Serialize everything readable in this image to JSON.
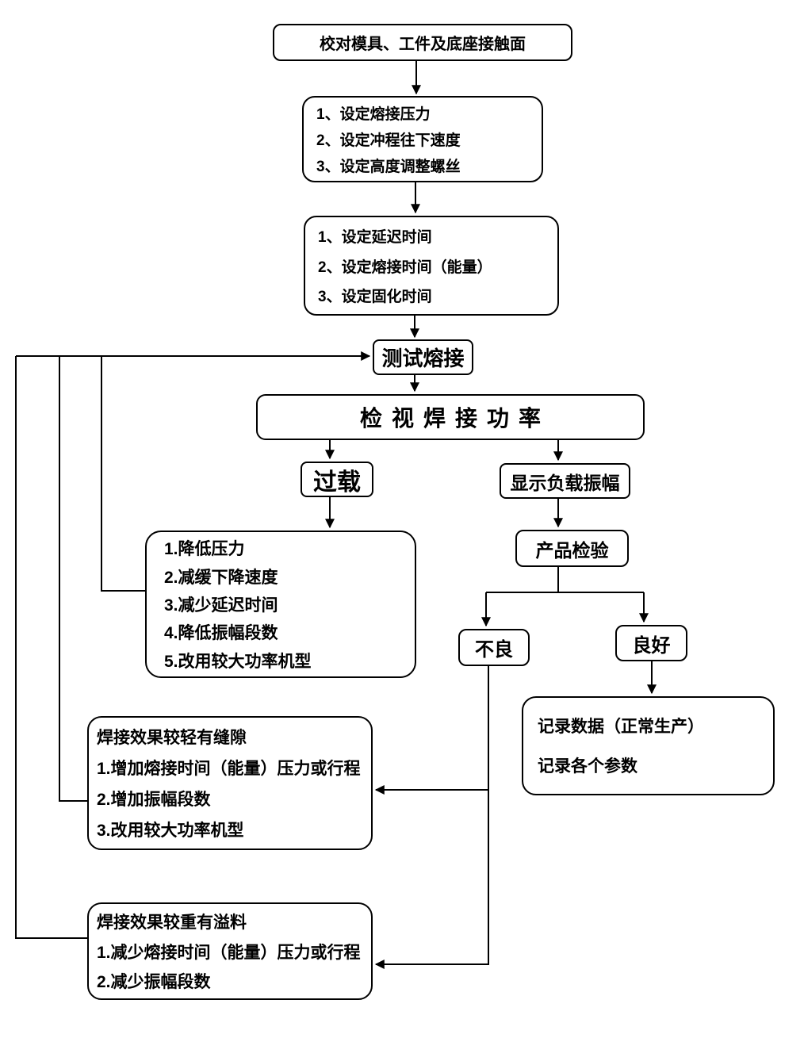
{
  "flowchart": {
    "background": "#ffffff",
    "box_fill": "#ffffff",
    "box_border": "#000000",
    "line_color": "#000000",
    "text_color": "#000000",
    "nodes": {
      "calibrate": {
        "label": "校对模具、工件及底座接触面"
      },
      "params1": {
        "lines": [
          "1、设定熔接压力",
          "2、设定冲程往下速度",
          "3、设定高度调整螺丝"
        ]
      },
      "params2": {
        "lines": [
          "1、设定延迟时间",
          "2、设定熔接时间（能量）",
          "3、设定固化时间"
        ]
      },
      "test_weld": {
        "label": "测试熔接"
      },
      "check_power": {
        "label": "检视焊接功率"
      },
      "overload": {
        "label": "过载"
      },
      "load_amplitude": {
        "label": "显示负载振幅"
      },
      "overload_fix": {
        "lines": [
          "1.降低压力",
          "2.减缓下降速度",
          "3.减少延迟时间",
          "4.降低振幅段数",
          "5.改用较大功率机型"
        ]
      },
      "inspection": {
        "label": "产品检验"
      },
      "bad": {
        "label": "不良"
      },
      "good": {
        "label": "良好"
      },
      "record": {
        "lines": [
          "记录数据（正常生产）",
          "记录各个参数"
        ]
      },
      "gap_fix": {
        "lines": [
          "焊接效果较轻有缝隙",
          "1.增加熔接时间（能量）压力或行程",
          "2.增加振幅段数",
          "3.改用较大功率机型"
        ]
      },
      "flash_fix": {
        "lines": [
          "焊接效果较重有溢料",
          "1.减少熔接时间（能量）压力或行程",
          "2.减少振幅段数"
        ]
      }
    }
  }
}
